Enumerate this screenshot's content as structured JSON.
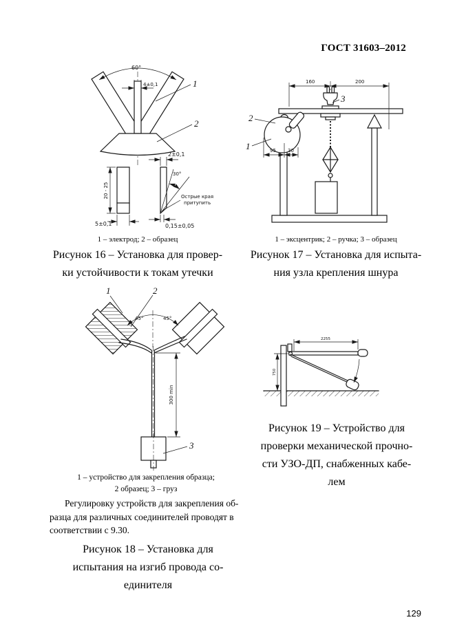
{
  "page": {
    "header": "ГОСТ 31603–2012",
    "page_number": "129"
  },
  "fig16": {
    "dim_angle_top": "60°",
    "dim_width_top": "4±0,1",
    "label_1": "1",
    "label_2": "2",
    "dim_height": "20 - 25",
    "dim_base": "5±0,1",
    "dim_top2": "2±0,1",
    "dim_angle_edge": "30°",
    "edge_note": [
      "Острые края",
      "притупить"
    ],
    "dim_tip": "0,15±0,05",
    "legend": "1 – электрод; 2 – образец",
    "caption": [
      "Рисунок 16 – Установка для провер-",
      "ки устойчивости к токам утечки"
    ]
  },
  "fig17": {
    "dim_160": "160",
    "dim_200": "200",
    "dim_95": "95",
    "dim_30": "30",
    "label_1": "1",
    "label_2": "2",
    "label_3": "3",
    "legend": "1 – эксцентрик; 2 – ручка; 3 – образец",
    "caption": [
      "Рисунок 17 – Установка для испыта-",
      "ния узла крепления шнура"
    ]
  },
  "fig18": {
    "label_1": "1",
    "label_2": "2",
    "label_3": "3",
    "dim_angle_left": "45°",
    "dim_angle_right": "45°",
    "dim_length": "300 min",
    "legend": [
      "1 – устройство для закрепления образца;",
      "2  образец; 3 – груз"
    ],
    "note": [
      "Регулировку устройств для закрепления об-",
      "разца для различных соединителей проводят в",
      "соответствии с 9.30."
    ],
    "caption": [
      "Рисунок 18 – Установка для",
      "испытания на изгиб провода со-",
      "единителя"
    ]
  },
  "fig19": {
    "dim_arm": "2255",
    "dim_height": "750",
    "caption": [
      "Рисунок 19 – Устройство для",
      "проверки механической прочно-",
      "сти УЗО-ДП, снабженных кабе-",
      "лем"
    ]
  }
}
